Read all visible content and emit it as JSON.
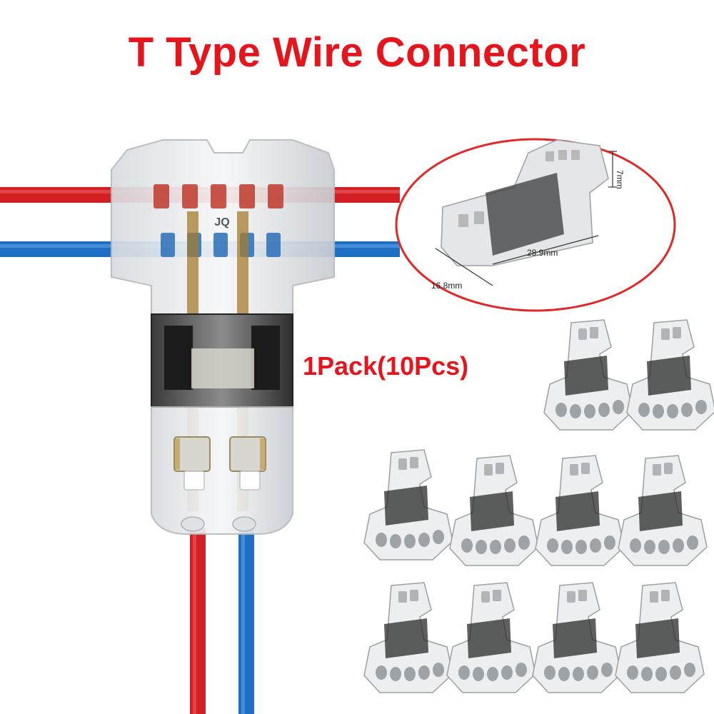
{
  "product": {
    "title": "T Type Wire Connector",
    "pack_label": "1Pack(10Pcs)",
    "connector_mark": "JQ"
  },
  "dimensions": {
    "height": "7mm",
    "length": "28.9mm",
    "width": "16.8mm"
  },
  "colors": {
    "title_red": "#e8141c",
    "wire_red": "#d21f24",
    "wire_blue": "#1f6fc4",
    "inset_outline": "#e32626"
  },
  "icons": {
    "connector_main": "t-connector-icon",
    "connector_small": "small-connector-icon"
  },
  "small_connector_count": 10
}
